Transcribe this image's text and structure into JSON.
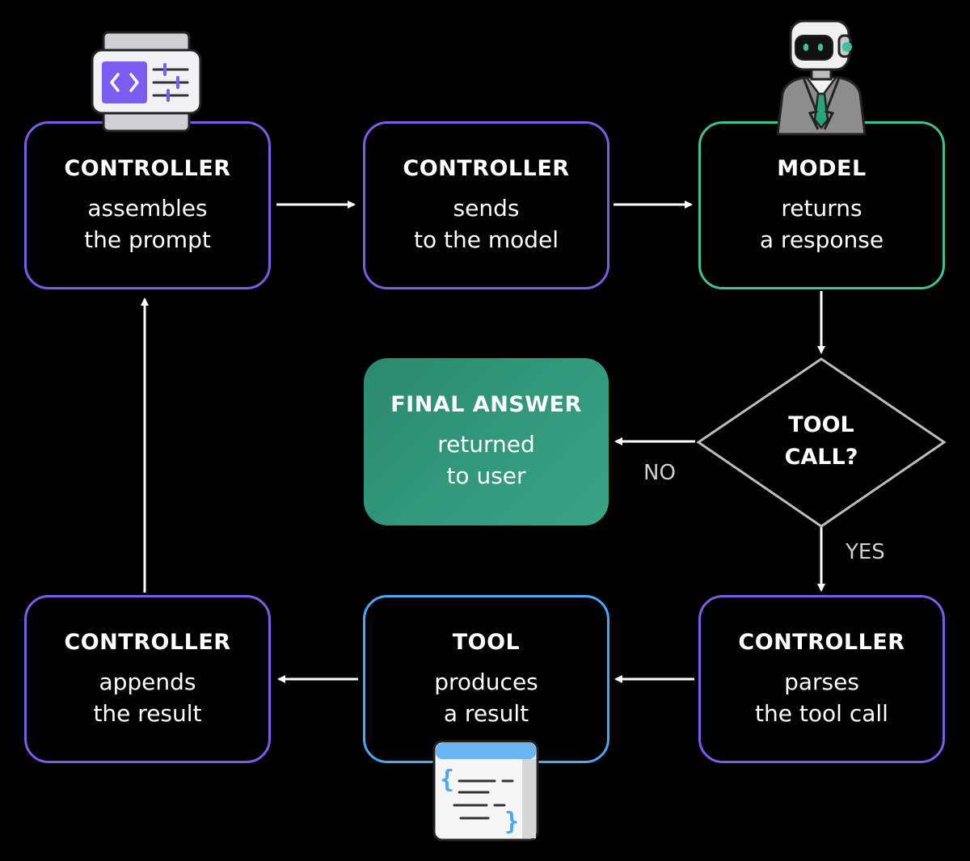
{
  "nodes": {
    "n1": {
      "title": "CONTROLLER",
      "line1": "assembles",
      "line2": "the prompt"
    },
    "n2": {
      "title": "CONTROLLER",
      "line1": "sends",
      "line2": "to the model"
    },
    "n3": {
      "title": "MODEL",
      "line1": "returns",
      "line2": "a response"
    },
    "final": {
      "title": "FINAL ANSWER",
      "line1": "returned",
      "line2": "to user"
    },
    "decision": {
      "line1": "TOOL",
      "line2": "CALL?"
    },
    "n6": {
      "title": "CONTROLLER",
      "line1": "parses",
      "line2": "the tool call"
    },
    "n5": {
      "title": "TOOL",
      "line1": "produces",
      "line2": "a result"
    },
    "n4": {
      "title": "CONTROLLER",
      "line1": "appends",
      "line2": "the result"
    }
  },
  "edge_labels": {
    "no": "NO",
    "yes": "YES"
  },
  "colors": {
    "controller_border": "#7c5ce6",
    "model_border": "#3cc29a",
    "tool_border": "#4aa7f0",
    "final_fill": "#33997a",
    "background": "#000000"
  },
  "icons": {
    "controller": "chip-code-settings-icon",
    "model": "robot-in-suit-icon",
    "tool": "code-document-icon"
  }
}
